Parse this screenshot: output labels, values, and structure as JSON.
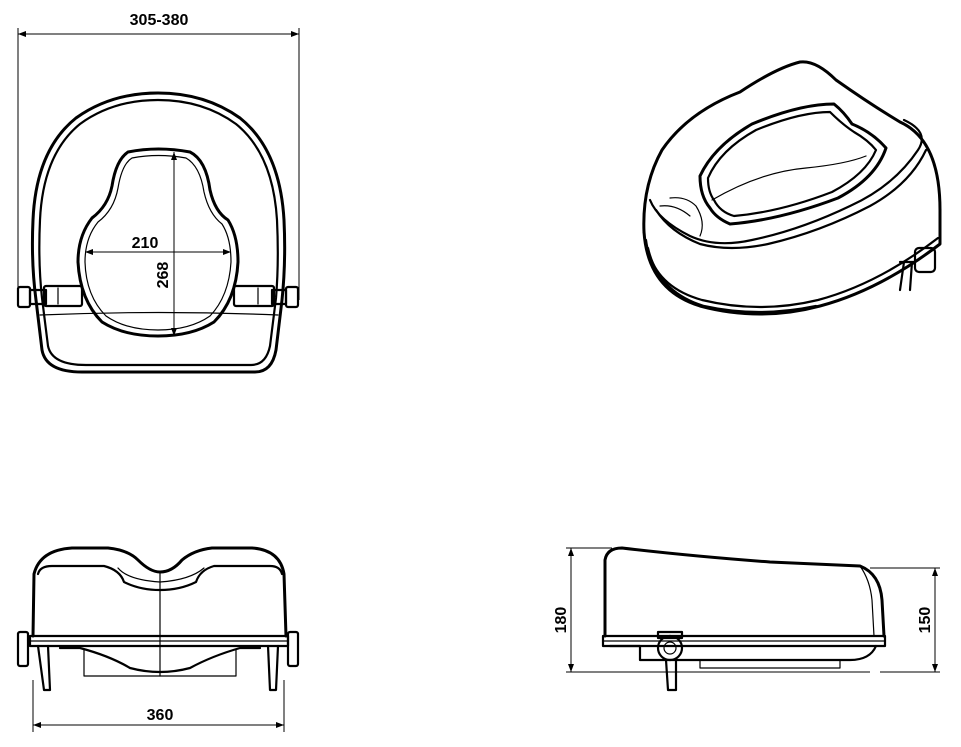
{
  "drawing": {
    "views": [
      "top-view",
      "isometric-view",
      "front-view",
      "side-view"
    ],
    "dimensions": {
      "overall_width_range": "305-380",
      "opening_width": "210",
      "opening_length": "268",
      "front_width": "360",
      "rear_height": "180",
      "front_height": "150"
    },
    "units": "mm",
    "line_color": "#000000",
    "background": "#ffffff"
  }
}
